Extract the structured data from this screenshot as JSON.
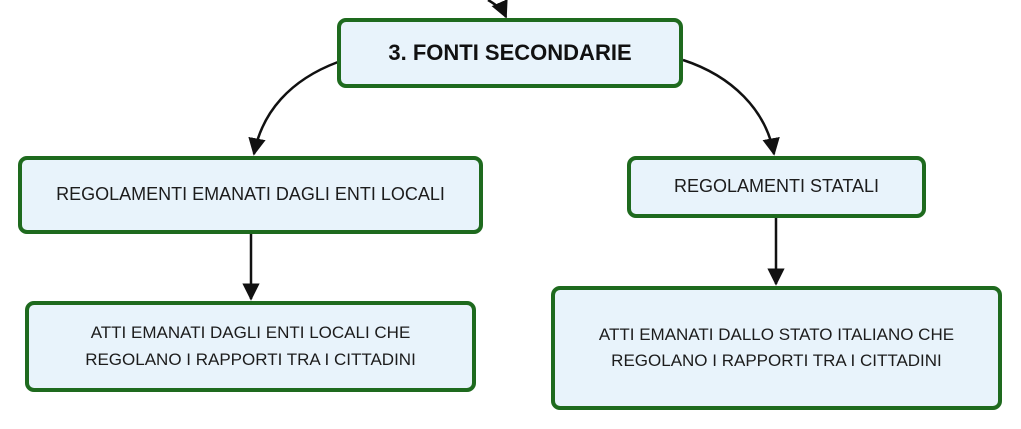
{
  "nodes": {
    "root": {
      "label": "3. FONTI SECONDARIE"
    },
    "left": {
      "label": "REGOLAMENTI EMANATI DAGLI ENTI LOCALI"
    },
    "right": {
      "label": "REGOLAMENTI STATALI"
    },
    "left_child": {
      "line1": "ATTI EMANATI DAGLI ENTI LOCALI CHE",
      "line2": "REGOLANO I RAPPORTI TRA I CITTADINI"
    },
    "right_child": {
      "line1": "ATTI EMANATI DALLO STATO ITALIANO CHE",
      "line2": "REGOLANO I RAPPORTI TRA I CITTADINI"
    }
  },
  "edges": [
    {
      "from": "root",
      "to": "left",
      "shape": "curved",
      "arrow": "end"
    },
    {
      "from": "root",
      "to": "right",
      "shape": "curved",
      "arrow": "end"
    },
    {
      "from": "left",
      "to": "left_child",
      "shape": "straight",
      "arrow": "end"
    },
    {
      "from": "right",
      "to": "right_child",
      "shape": "straight",
      "arrow": "end"
    },
    {
      "from": "external-parent",
      "to": "root",
      "shape": "curved",
      "arrow": "end",
      "partial": true
    }
  ],
  "colors": {
    "node_fill": "#e8f3fb",
    "node_border": "#1e6a1e",
    "connector": "#111111",
    "text": "#1c1c1c"
  }
}
